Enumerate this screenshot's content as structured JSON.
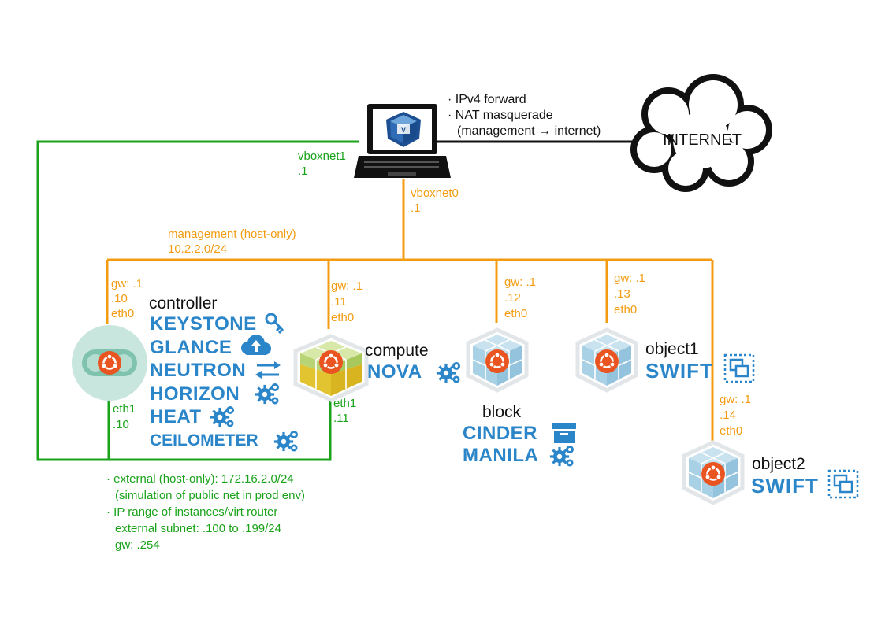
{
  "host": {
    "notes": [
      "· IPv4 forward",
      "· NAT masquerade",
      "(management →  internet)"
    ],
    "vboxnet1_name": "vboxnet1",
    "vboxnet1_ip": ".1",
    "vboxnet0_name": "vboxnet0",
    "vboxnet0_ip": ".1"
  },
  "internet": {
    "label": "INTERNET"
  },
  "management": {
    "name": "management (host-only)",
    "subnet": "10.2.2.0/24"
  },
  "controller": {
    "name": "controller",
    "gw": "gw: .1",
    "ip": ".10",
    "iface": "eth0",
    "ext_iface": "eth1",
    "ext_ip": ".10",
    "services": [
      "KEYSTONE",
      "GLANCE",
      "NEUTRON",
      "HORIZON",
      "HEAT",
      "CEILOMETER"
    ]
  },
  "compute": {
    "name": "compute",
    "gw": "gw: .1",
    "ip": ".11",
    "iface": "eth0",
    "ext_iface": "eth1",
    "ext_ip": ".11",
    "services": [
      "NOVA"
    ]
  },
  "block": {
    "name": "block",
    "gw": "gw: .1",
    "ip": ".12",
    "iface": "eth0",
    "services": [
      "CINDER",
      "MANILA"
    ]
  },
  "object1": {
    "name": "object1",
    "gw": "gw: .1",
    "ip": ".13",
    "iface": "eth0",
    "services": [
      "SWIFT"
    ]
  },
  "object2": {
    "name": "object2",
    "gw": "gw: .1",
    "ip": ".14",
    "iface": "eth0",
    "services": [
      "SWIFT"
    ]
  },
  "external": {
    "lines": [
      "· external (host-only): 172.16.2.0/24",
      "(simulation of public net in prod env)",
      "· IP range of instances/virt router",
      "external subnet: .100 to .199/24",
      "gw: .254"
    ]
  },
  "colors": {
    "management": "#f39c12",
    "external": "#1aa31a",
    "service": "#2a85c9",
    "ubuntu": "#e95420"
  }
}
